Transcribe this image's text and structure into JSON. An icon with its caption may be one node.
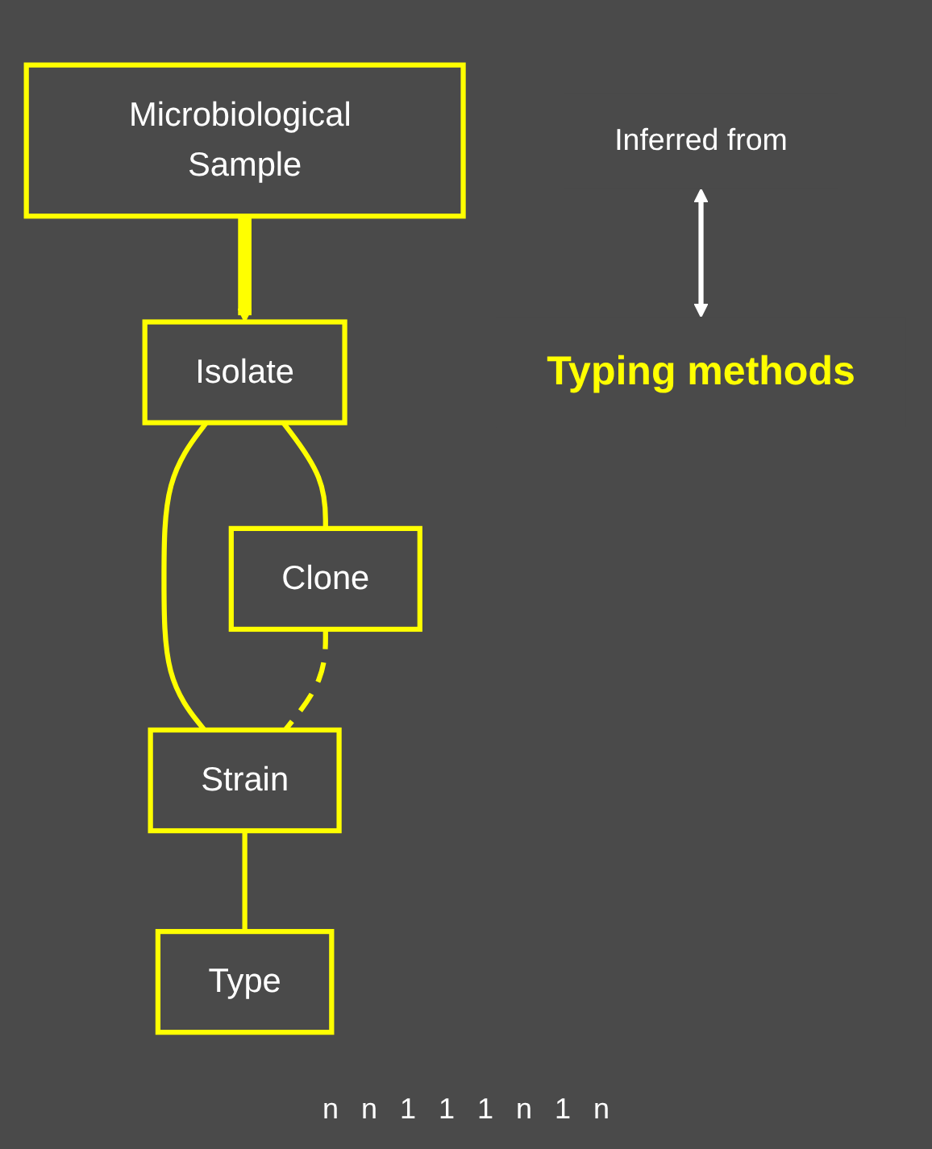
{
  "diagram": {
    "nodes": [
      {
        "text": [
          "Microbiological Sample"
        ]
      },
      {
        "text": [
          "Isolate"
        ]
      },
      {
        "text": [
          "Clone"
        ]
      },
      {
        "text": [
          "Strain"
        ]
      },
      {
        "text": [
          "Type"
        ]
      },
      {
        "text": [
          "Inferred from"
        ]
      },
      {
        "text": [
          "Typing methods"
        ]
      }
    ],
    "edges": [
      {
        "from": 0,
        "to": 1,
        "arrow": "to",
        "style": "thick"
      },
      {
        "from": 1,
        "to": 2,
        "arrow": "none"
      },
      {
        "from": 1,
        "to": 3,
        "arrow": "none"
      },
      {
        "from": 2,
        "to": 3,
        "arrow": "none",
        "style": "dashed"
      },
      {
        "from": 3,
        "to": 4,
        "arrow": "none"
      },
      {
        "from": 5,
        "to": 6,
        "arrow": "both",
        "color": "#ffffff"
      }
    ],
    "labels": [
      "n",
      "n",
      "1",
      "1",
      "1",
      "n",
      "1",
      "n"
    ]
  }
}
